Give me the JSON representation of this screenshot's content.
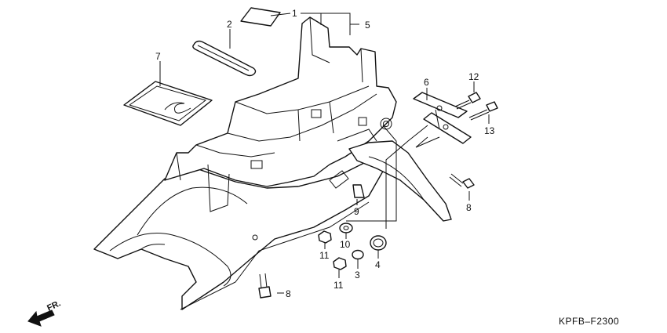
{
  "diagram": {
    "code": "KPFB–F2300",
    "direction_label": "FR.",
    "callouts": {
      "c1": "1",
      "c2": "2",
      "c3": "3",
      "c4": "4",
      "c5": "5",
      "c6": "6",
      "c7": "7",
      "c8a": "8",
      "c8b": "8",
      "c9": "9",
      "c10": "10",
      "c11a": "11",
      "c11b": "11",
      "c12": "12",
      "c13": "13"
    }
  }
}
